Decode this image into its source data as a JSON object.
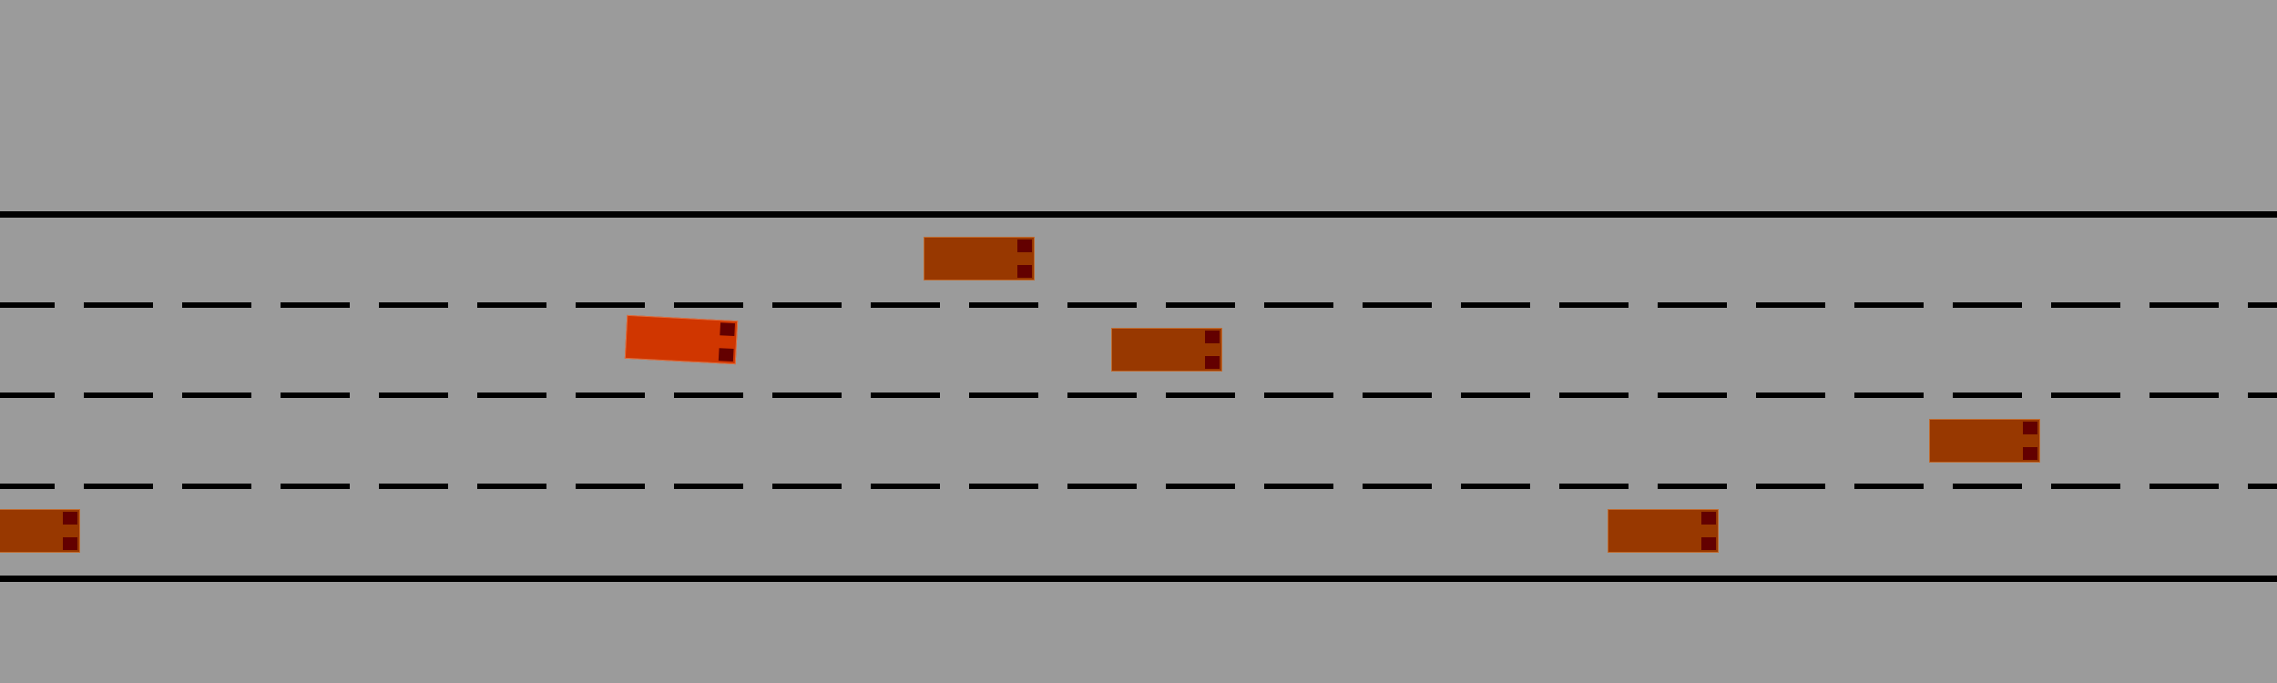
{
  "scene": {
    "background_color": "#9b9b9b",
    "road_line_color": "#000000",
    "ego_car": {
      "color": "#d03600",
      "border": "#e07040",
      "lane": 2,
      "heading": "tilted"
    },
    "other_cars": [
      {
        "id": "car-1",
        "color": "#983800",
        "border": "#c06a2e",
        "lane": 1
      },
      {
        "id": "car-2",
        "color": "#983800",
        "border": "#c06a2e",
        "lane": 2
      },
      {
        "id": "car-3",
        "color": "#983800",
        "border": "#c06a2e",
        "lane": 3
      },
      {
        "id": "car-4",
        "color": "#983800",
        "border": "#c06a2e",
        "lane": 4
      },
      {
        "id": "car-5",
        "color": "#983800",
        "border": "#c06a2e",
        "lane": 4
      }
    ],
    "headlight_color": "#630000",
    "lanes": 4
  }
}
